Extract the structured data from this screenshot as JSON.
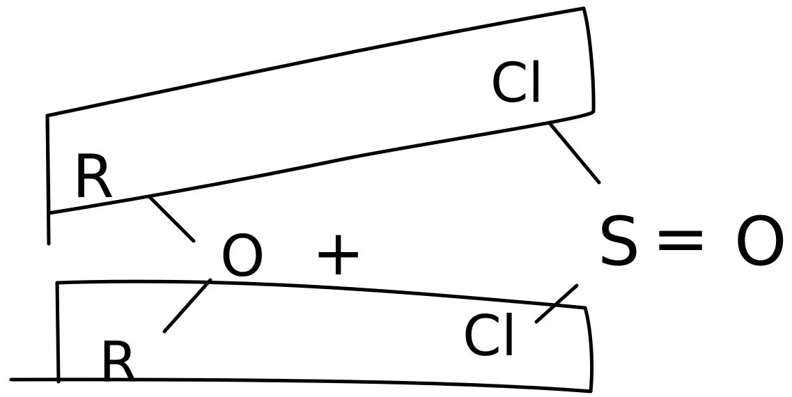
{
  "diagram": {
    "ink_color": "#000000",
    "background_color": "#ffffff",
    "labels": {
      "r_top": "R",
      "cl_top": "Cl",
      "oxygen_alcohol": "O",
      "plus": "+",
      "sulfur": "S",
      "equals": "=",
      "oxygen_sulfinyl": "O",
      "r_bottom": "R",
      "cl_bottom": "Cl"
    }
  }
}
